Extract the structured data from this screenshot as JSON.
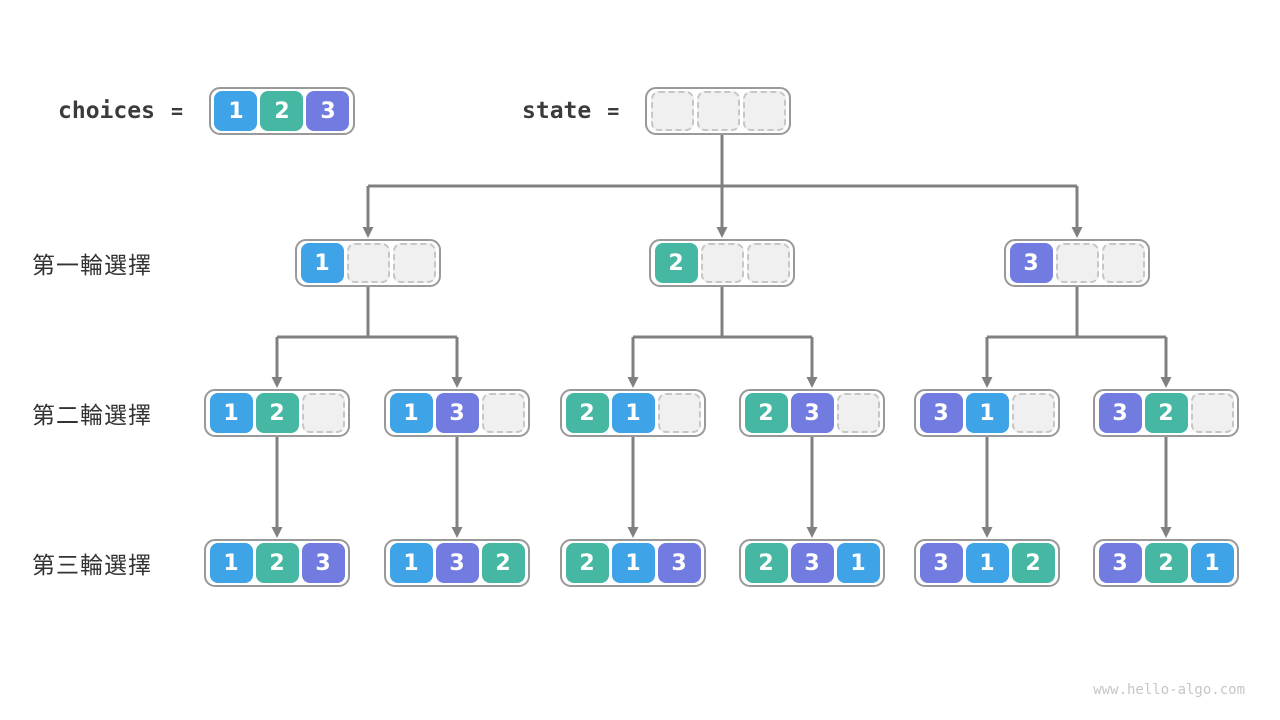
{
  "page": {
    "watermark": "www.hello-algo.com",
    "background": "#ffffff"
  },
  "colors": {
    "value_colors": {
      "1": "#3fa3e8",
      "2": "#45b7a2",
      "3": "#727ce0"
    },
    "cell_text": "#ffffff",
    "empty_fill": "#f0f0f0",
    "empty_border": "#c6c6c6",
    "box_border": "#999999",
    "arrow": "#808080",
    "label_text": "#333333",
    "mono_text": "#3b3b3b",
    "watermark_text": "#c6c6c6"
  },
  "header": {
    "choices_label": "choices",
    "state_label": "state",
    "equals": "=",
    "choices_cells": [
      1,
      2,
      3
    ],
    "state_cells": [
      null,
      null,
      null
    ]
  },
  "tree": {
    "rows": [
      {
        "label": "第一輪選擇",
        "nodes": [
          [
            1,
            null,
            null
          ],
          [
            2,
            null,
            null
          ],
          [
            3,
            null,
            null
          ]
        ]
      },
      {
        "label": "第二輪選擇",
        "nodes": [
          [
            1,
            2,
            null
          ],
          [
            1,
            3,
            null
          ],
          [
            2,
            1,
            null
          ],
          [
            2,
            3,
            null
          ],
          [
            3,
            1,
            null
          ],
          [
            3,
            2,
            null
          ]
        ]
      },
      {
        "label": "第三輪選擇",
        "nodes": [
          [
            1,
            2,
            3
          ],
          [
            1,
            3,
            2
          ],
          [
            2,
            1,
            3
          ],
          [
            2,
            3,
            1
          ],
          [
            3,
            1,
            2
          ],
          [
            3,
            2,
            1
          ]
        ]
      }
    ],
    "edges": {
      "root_to_level1": [
        0,
        1,
        2
      ],
      "level1_to_level2": [
        [
          0,
          [
            0,
            1
          ]
        ],
        [
          1,
          [
            2,
            3
          ]
        ],
        [
          2,
          [
            4,
            5
          ]
        ]
      ],
      "level2_to_level3": [
        [
          0,
          0
        ],
        [
          1,
          1
        ],
        [
          2,
          2
        ],
        [
          3,
          3
        ],
        [
          4,
          4
        ],
        [
          5,
          5
        ]
      ]
    }
  }
}
